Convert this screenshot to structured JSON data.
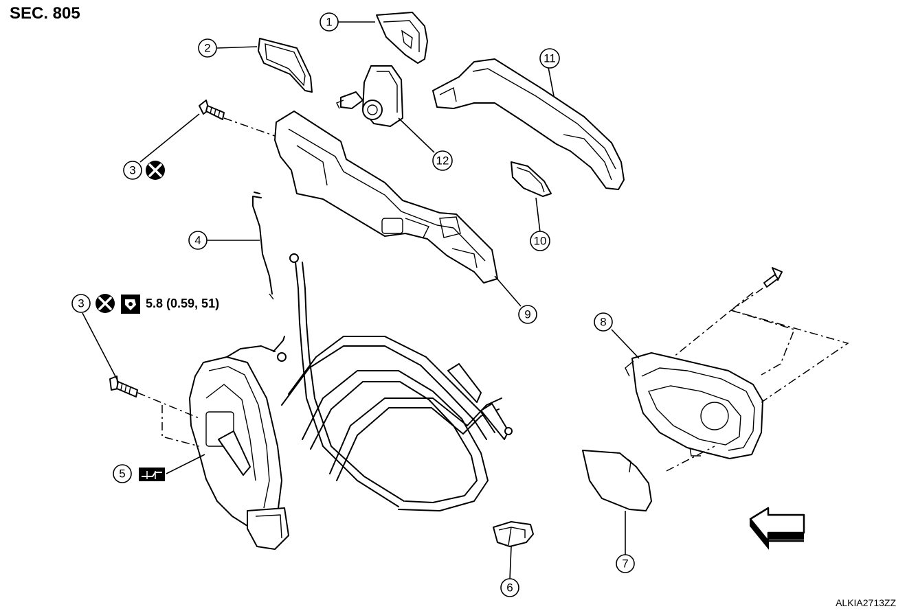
{
  "title": "SEC. 805",
  "figure_code": "ALKIA2713ZZ",
  "torque_spec": "5.8 (0.59, 51)",
  "callouts": {
    "c1": "1",
    "c2": "2",
    "c3a": "3",
    "c3b": "3",
    "c4": "4",
    "c5": "5",
    "c6": "6",
    "c7": "7",
    "c8": "8",
    "c9": "9",
    "c10": "10",
    "c11": "11",
    "c12": "12"
  },
  "symbols": {
    "non_reusable": "circle-x-icon",
    "torque": "wrench-bolt-icon",
    "grease": "grease-application-icon",
    "front": "front-direction-arrow-icon"
  }
}
